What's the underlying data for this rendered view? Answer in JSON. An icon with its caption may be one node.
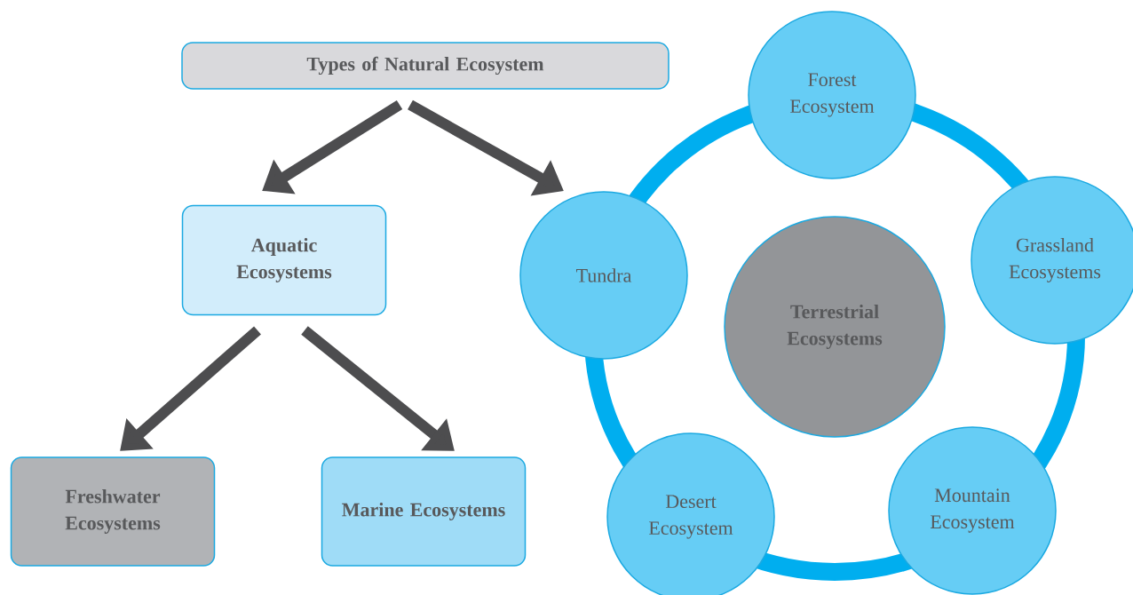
{
  "diagram": {
    "nodes": [
      {
        "text": [
          "Types of Natural Ecosystem"
        ]
      },
      {
        "text": [
          "Aquatic Ecosystems"
        ]
      },
      {
        "text": [
          "Freshwater Ecosystems"
        ]
      },
      {
        "text": [
          "Marine Ecosystems"
        ]
      },
      {
        "text": [
          "Terrestrial Ecosystems"
        ]
      },
      {
        "text": [
          "Forest Ecosystem"
        ]
      },
      {
        "text": [
          "Grassland Ecosystems"
        ]
      },
      {
        "text": [
          "Mountain Ecosystem"
        ]
      },
      {
        "text": [
          "Desert Ecosystem"
        ]
      },
      {
        "text": [
          "Tundra"
        ]
      }
    ],
    "edges": [
      {
        "from": 0,
        "to": 1,
        "arrow": "to"
      },
      {
        "from": 0,
        "to": 9,
        "arrow": "to"
      },
      {
        "from": 1,
        "to": 2,
        "arrow": "to"
      },
      {
        "from": 1,
        "to": 3,
        "arrow": "to"
      }
    ]
  }
}
